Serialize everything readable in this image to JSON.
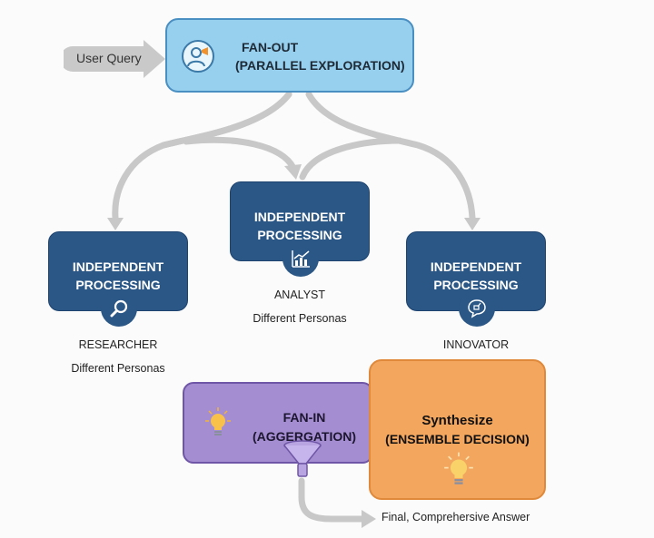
{
  "input": {
    "label": "User Query"
  },
  "fan_out": {
    "title": "FAN-OUT",
    "subtitle": "(PARALLEL EXPLORATION)",
    "icon": "user-megaphone-icon"
  },
  "branches": [
    {
      "title_line1": "INDEPENDENT",
      "title_line2": "PROCESSING",
      "role": "RESEARCHER",
      "note": "Different Personas",
      "icon": "magnifier-icon"
    },
    {
      "title_line1": "INDEPENDENT",
      "title_line2": "PROCESSING",
      "role": "ANALYST",
      "note": "Different Personas",
      "icon": "bar-chart-icon"
    },
    {
      "title_line1": "INDEPENDENT",
      "title_line2": "PROCESSING",
      "role": "INNOVATOR",
      "note": "",
      "icon": "idea-bubble-icon"
    }
  ],
  "fan_in": {
    "title": "FAN-IN",
    "subtitle": "(AGGERGATION)",
    "icons": [
      "lightbulb-icon",
      "funnel-icon"
    ]
  },
  "synthesize": {
    "title": "Synthesize",
    "subtitle": "(ENSEMBLE DECISION)",
    "icon": "lightbulb-icon"
  },
  "output": {
    "label": "Final, Comprehersive Answer"
  },
  "colors": {
    "fan_out_fill": "#97cfee",
    "processing_fill": "#2b5786",
    "fan_in_fill": "#a58dd1",
    "synthesize_fill": "#f2a65e",
    "connector": "#c8c8c8",
    "accent_orange": "#f0922e"
  }
}
